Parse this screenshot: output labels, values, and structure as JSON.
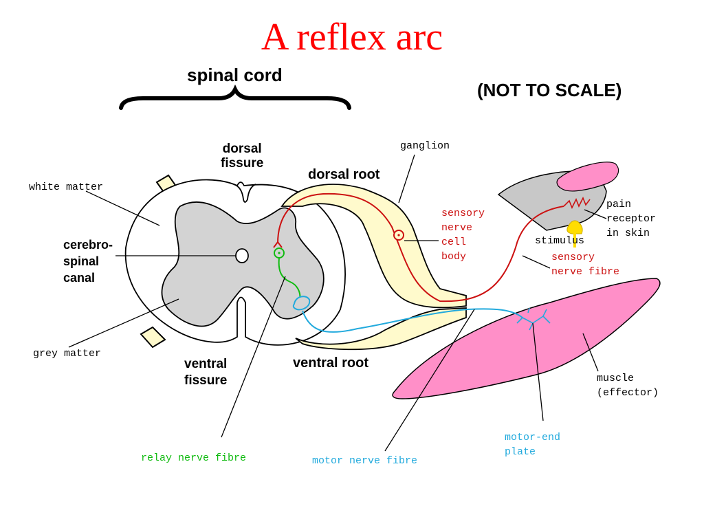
{
  "title": "A reflex arc",
  "note": "(NOT TO SCALE)",
  "colors": {
    "sensory": "#cc1111",
    "relay": "#11bb11",
    "motor": "#22aadd",
    "grey_matter": "#d3d3d3",
    "root": "#fffacc",
    "muscle": "#ff8fc8",
    "stimulus": "#ffdd00"
  },
  "labels": {
    "spinal_cord": "spinal cord",
    "dorsal_fissure": [
      "dorsal",
      "fissure"
    ],
    "white_matter": "white matter",
    "cerebrospinal_canal": [
      "cerebro-",
      "spinal",
      "canal"
    ],
    "grey_matter": "grey matter",
    "ventral_fissure": [
      "ventral",
      "fissure"
    ],
    "dorsal_root": "dorsal root",
    "ventral_root": "ventral root",
    "ganglion": "ganglion",
    "sensory_cell_body": [
      "sensory",
      "nerve",
      "cell",
      "body"
    ],
    "pain_receptor": [
      "pain",
      "receptor",
      "in skin"
    ],
    "stimulus": "stimulus",
    "sensory_fibre": [
      "sensory",
      "nerve fibre"
    ],
    "muscle": [
      "muscle",
      "(effector)"
    ],
    "motor_end_plate": [
      "motor-end",
      "plate"
    ],
    "relay_fibre": "relay nerve fibre",
    "motor_fibre": "motor nerve fibre"
  }
}
